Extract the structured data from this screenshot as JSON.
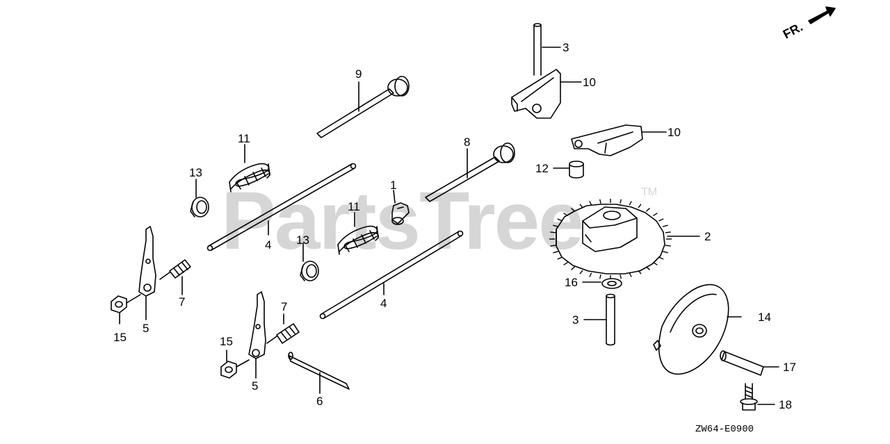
{
  "watermark": {
    "text": "PartsTree",
    "tm": "TM"
  },
  "orientation": {
    "label": "FR."
  },
  "diagram_code": "ZW64-E0900",
  "callouts": {
    "c1": "1",
    "c2": "2",
    "c3a": "3",
    "c3b": "3",
    "c4a": "4",
    "c4b": "4",
    "c5a": "5",
    "c5b": "5",
    "c6": "6",
    "c7a": "7",
    "c7b": "7",
    "c8": "8",
    "c9": "9",
    "c10a": "10",
    "c10b": "10",
    "c11a": "11",
    "c11b": "11",
    "c12": "12",
    "c13a": "13",
    "c13b": "13",
    "c14": "14",
    "c15a": "15",
    "c15b": "15",
    "c16": "16",
    "c17": "17",
    "c18": "18"
  }
}
